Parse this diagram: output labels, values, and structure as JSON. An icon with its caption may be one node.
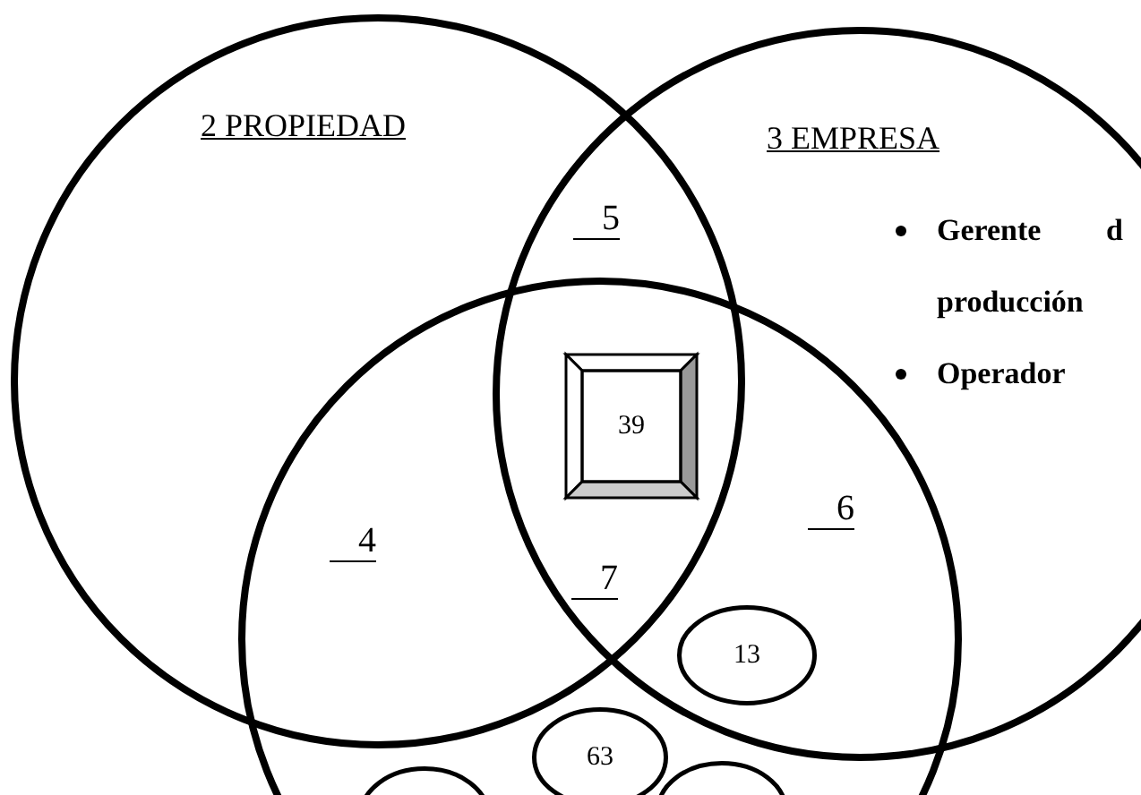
{
  "diagram": {
    "nodes": [
      {
        "text": [
          "2 PROPIEDAD"
        ]
      },
      {
        "text": [
          "3 EMPRESA",
          "Gerente d producción",
          "Operador"
        ]
      },
      {
        "text": [],
        "shape": "circle"
      },
      {
        "text": [
          "39"
        ]
      },
      {
        "text": [
          "13"
        ]
      },
      {
        "text": [
          "63"
        ],
        "in": 2
      },
      {
        "text": [],
        "shape": "circle",
        "in": 2
      },
      {
        "text": [],
        "shape": "circle",
        "in": 2
      }
    ],
    "edges": [],
    "labels": [
      "5",
      "4",
      "6",
      "7"
    ]
  }
}
